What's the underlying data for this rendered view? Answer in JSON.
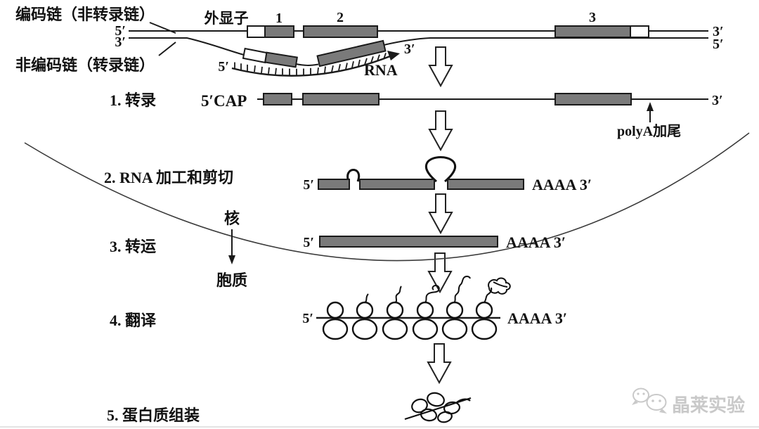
{
  "diagram": {
    "dna": {
      "coding_strand_label": "编码链（非转录链）",
      "template_strand_label": "非编码链（转录链）",
      "exon_label": "外显子",
      "exon_numbers": [
        "1",
        "2",
        "3"
      ],
      "left_top_end": "5′",
      "left_bottom_end": "3′",
      "right_top_end": "3′",
      "right_bottom_end": "5′",
      "rna_five_prime": "5′",
      "rna_three_prime": "3′",
      "rna_label": "RNA"
    },
    "steps": [
      {
        "label": "1. 转录"
      },
      {
        "label": "2. RNA 加工和剪切"
      },
      {
        "label": "3. 转运"
      },
      {
        "label": "4. 翻译"
      },
      {
        "label": "5. 蛋白质组装"
      }
    ],
    "transcription": {
      "cap_label": "5′CAP",
      "three_prime": "3′",
      "polya_label": "polyA加尾"
    },
    "processing": {
      "five_prime": "5′",
      "tail_label": "AAAA 3′"
    },
    "transport": {
      "five_prime": "5′",
      "tail_label": "AAAA 3′",
      "nucleus_label": "核",
      "cytoplasm_label": "胞质"
    },
    "translation": {
      "five_prime": "5′",
      "tail_label": "AAAA 3′"
    },
    "watermark": {
      "text": "晶莱实验"
    },
    "colors": {
      "exon_fill": "#7a7a7a",
      "outline": "#1a1a1a",
      "watermark": "#cccccc"
    }
  }
}
